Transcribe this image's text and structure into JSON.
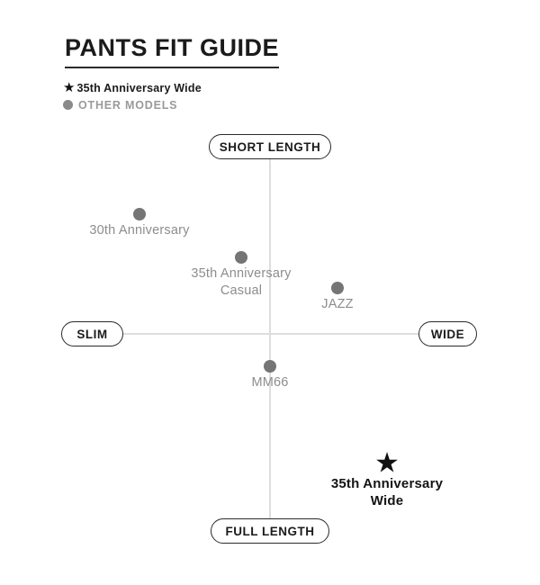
{
  "page": {
    "title": "PANTS FIT GUIDE"
  },
  "legend": {
    "items": [
      {
        "icon": "star-icon",
        "label": "35th Anniversary Wide",
        "color": "#111111"
      },
      {
        "icon": "dot-icon",
        "label": "OTHER MODELS",
        "color": "#8a8a8a"
      }
    ]
  },
  "chart_data": {
    "type": "scatter",
    "title": "PANTS FIT GUIDE",
    "axes": {
      "top_label": "SHORT LENGTH",
      "bottom_label": "FULL LENGTH",
      "left_label": "SLIM",
      "right_label": "WIDE",
      "x_range": [
        -1,
        1
      ],
      "y_range": [
        -1,
        1
      ],
      "grid": false,
      "note": "x: -1 = SLIM, +1 = WIDE; y: +1 = SHORT LENGTH, -1 = FULL LENGTH"
    },
    "points": [
      {
        "label": "30th Anniversary",
        "label_lines": [
          "30th Anniversary"
        ],
        "marker": "dot",
        "x": -0.89,
        "y": 0.67,
        "px": [
          155,
          238
        ]
      },
      {
        "label": "35th Anniversary Casual",
        "label_lines": [
          "35th Anniversary",
          "Casual"
        ],
        "marker": "dot",
        "x": -0.2,
        "y": 0.43,
        "px": [
          268,
          286
        ]
      },
      {
        "label": "JAZZ",
        "label_lines": [
          "JAZZ"
        ],
        "marker": "dot",
        "x": 0.46,
        "y": 0.26,
        "px": [
          375,
          320
        ]
      },
      {
        "label": "MM66",
        "label_lines": [
          "MM66"
        ],
        "marker": "dot",
        "x": 0.0,
        "y": -0.18,
        "px": [
          300,
          407
        ]
      },
      {
        "label": "35th Anniversary Wide",
        "label_lines": [
          "35th Anniversary",
          "Wide"
        ],
        "marker": "star",
        "x": 0.8,
        "y": -0.72,
        "px": [
          430,
          515
        ]
      }
    ],
    "colors": {
      "dot": "#757575",
      "star": "#111111",
      "axis_line": "#dedede",
      "point_label_gray": "#8d8d8d",
      "text_black": "#1b1b1b"
    }
  }
}
